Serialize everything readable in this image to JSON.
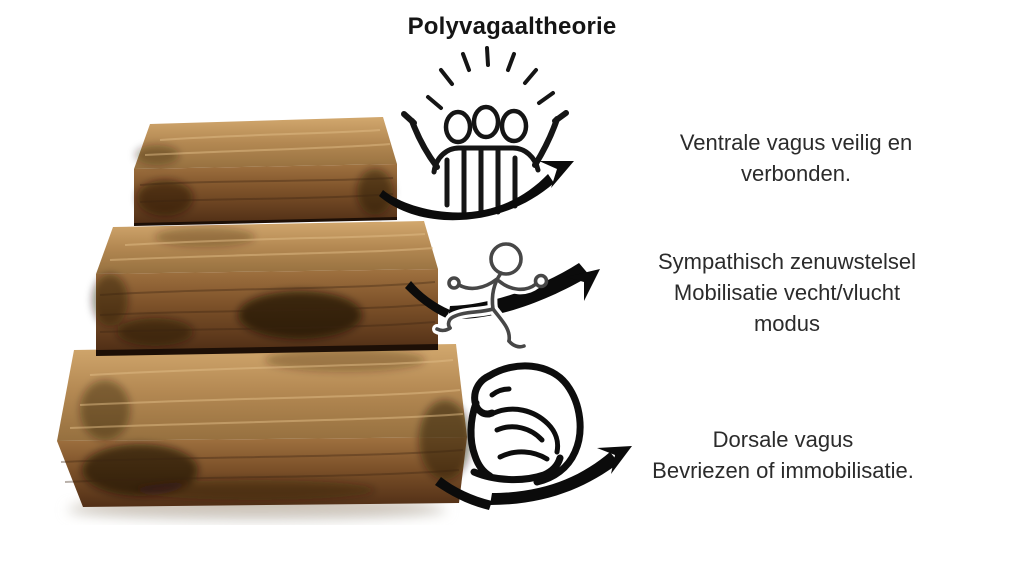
{
  "page": {
    "title": "Polyvagaaltheorie",
    "background_color": "#ffffff",
    "title_color": "#151515",
    "text_color": "#2b2b2b"
  },
  "levels": [
    {
      "name": "ventral-vagus",
      "icon": "celebrating-group-icon",
      "lines": [
        "Ventrale vagus veilig en",
        "verbonden."
      ]
    },
    {
      "name": "sympathetic",
      "icon": "running-person-icon",
      "lines": [
        "Sympathisch zenuwstelsel",
        "Mobilisatie vecht/vlucht",
        "modus"
      ]
    },
    {
      "name": "dorsal-vagus",
      "icon": "crouched-person-icon",
      "lines": [
        "Dorsale vagus",
        "Bevriezen of immobilisatie."
      ]
    }
  ],
  "illustration": {
    "name": "wooden-steps-photo",
    "steps_count": 3,
    "wood_colors": [
      "#d2a86e",
      "#8f6336",
      "#512f16",
      "#241308"
    ],
    "ink_color": "#0b0b0b"
  }
}
